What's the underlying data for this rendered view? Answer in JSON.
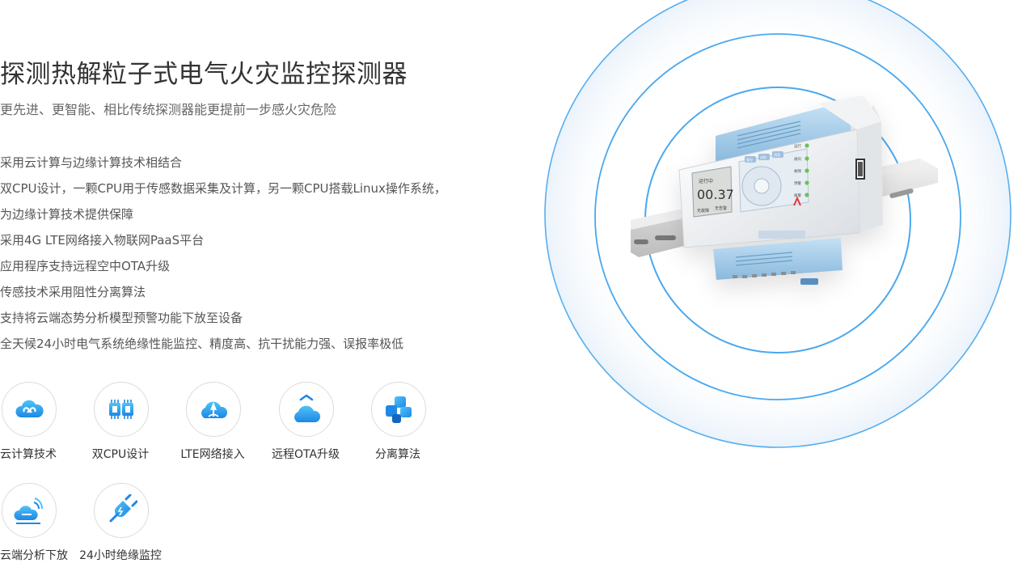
{
  "header": {
    "title": "探测热解粒子式电气火灾监控探测器",
    "subtitle": "更先进、更智能、相比传统探测器能更提前一步感火灾危险"
  },
  "features": [
    "采用云计算与边缘计算技术相结合",
    "双CPU设计，一颗CPU用于传感数据采集及计算，另一颗CPU搭载Linux操作系统，",
    "为边缘计算技术提供保障",
    "采用4G LTE网络接入物联网PaaS平台",
    "应用程序支持远程空中OTA升级",
    "传感技术采用阻性分离算法",
    "支持将云端态势分析模型预警功能下放至设备",
    "全天候24小时电气系统绝缘性能监控、精度高、抗干扰能力强、误报率极低"
  ],
  "icons": [
    {
      "label": "云计算技术",
      "icon": "cloud-link-icon"
    },
    {
      "label": "双CPU设计",
      "icon": "dual-chip-icon"
    },
    {
      "label": "LTE网络接入",
      "icon": "lte-cloud-icon"
    },
    {
      "label": "远程OTA升级",
      "icon": "cloud-upload-icon"
    },
    {
      "label": "分离算法",
      "icon": "split-blocks-icon"
    },
    {
      "label": "云端分析下放",
      "icon": "cloud-signal-icon"
    },
    {
      "label": "24小时绝缘监控",
      "icon": "plug-icon"
    }
  ],
  "device": {
    "screen_top": "运行中",
    "screen_reading": "00.37",
    "screen_left": "无故障",
    "screen_right": "无告警",
    "keys": [
      "复位",
      "自检",
      "消音"
    ],
    "leds": [
      "运行",
      "通讯",
      "故障",
      "预警",
      "报警"
    ]
  },
  "colors": {
    "accent": "#1e88e5",
    "accent_light": "#4fc3f7",
    "ring": "#4aa8ee",
    "device_blue": "#a8cde8"
  }
}
